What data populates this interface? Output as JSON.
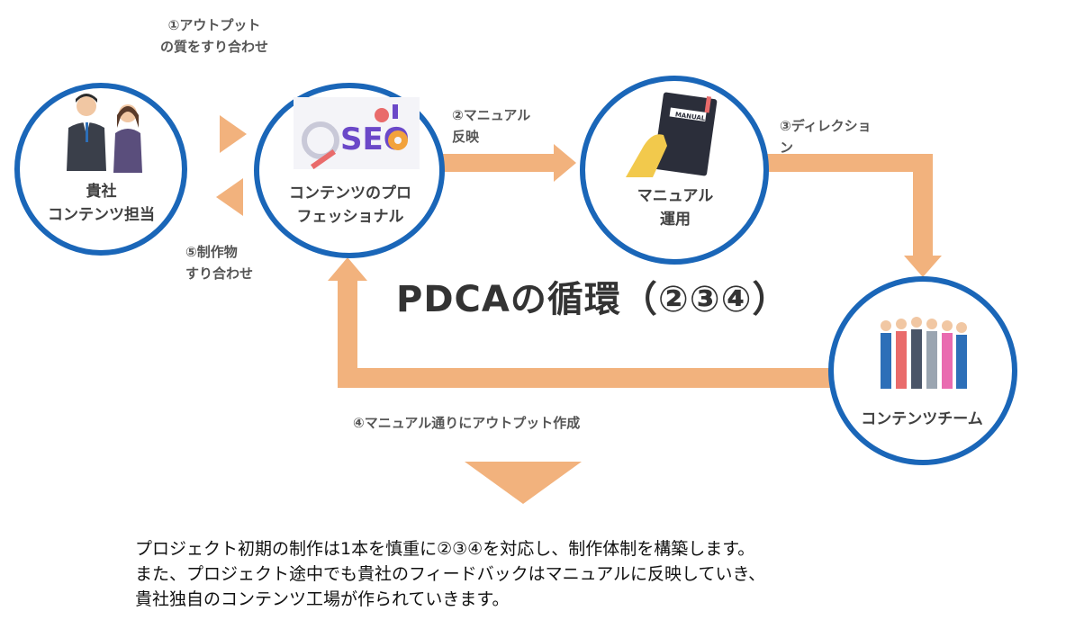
{
  "nodes": {
    "client": "貴社\nコンテンツ担当",
    "pro": "コンテンツのプロ\nフェッショナル",
    "manual": "マニュアル\n運用",
    "team": "コンテンツチーム"
  },
  "steps": {
    "s1": "①アウトプット\nの質をすり合わせ",
    "s2": "②マニュアル\n反映",
    "s3": "③ディレクショ\nン",
    "s4": "④マニュアル通りにアウトプット作成",
    "s5": "⑤制作物\nすり合わせ"
  },
  "title": "PDCAの循環（②③④）",
  "seo_text": "SEO",
  "book_text": "MANUAL",
  "note": "プロジェクト初期の制作は1本を慎重に②③④を対応し、制作体制を構築します。\nまた、プロジェクト途中でも貴社のフィードバックはマニュアルに反映していき、\n貴社独自のコンテンツ工場が作られていきます。",
  "colors": {
    "circle": "#1a66b8",
    "arrow": "#f2b27d"
  }
}
